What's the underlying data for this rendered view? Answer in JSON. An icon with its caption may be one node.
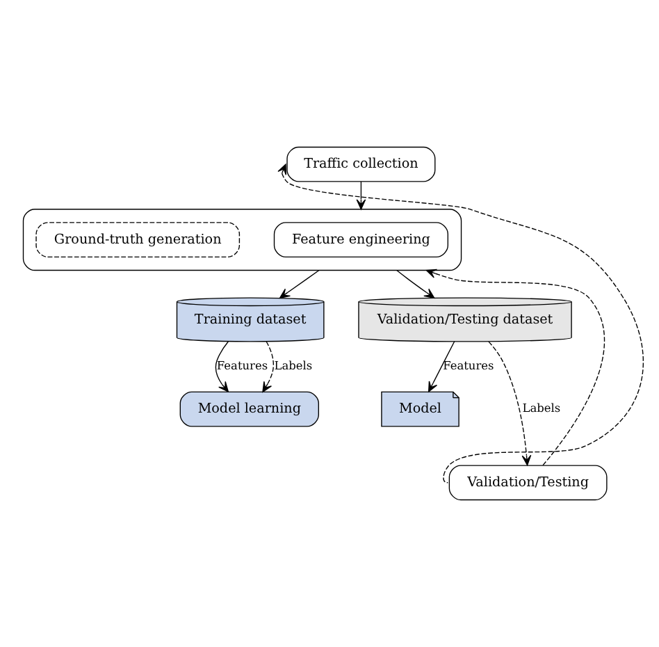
{
  "diagram": {
    "nodes": [
      {
        "text": [
          "Traffic collection"
        ]
      },
      {
        "text": [],
        "shape": "box"
      },
      {
        "text": [
          "Feature engineering"
        ],
        "in": 1
      },
      {
        "text": [
          "Ground-truth generation"
        ],
        "in": 1
      },
      {
        "text": [
          "Training dataset"
        ]
      },
      {
        "text": [
          "Validation/Testing dataset"
        ]
      },
      {
        "text": [
          "Model learning"
        ]
      },
      {
        "text": [
          "Model"
        ]
      },
      {
        "text": [
          "Validation/Testing"
        ]
      }
    ],
    "edges": [
      {
        "from": 0,
        "to": 1,
        "arrow": "to"
      },
      {
        "from": 1,
        "to": 4,
        "arrow": "to"
      },
      {
        "from": 1,
        "to": 5,
        "arrow": "to"
      },
      {
        "from": 4,
        "to": 6,
        "arrow": "to",
        "label": "Features"
      },
      {
        "from": 4,
        "to": 6,
        "arrow": "to",
        "label": "Labels",
        "style": "dashed"
      },
      {
        "from": 5,
        "to": 7,
        "arrow": "to",
        "label": "Features"
      },
      {
        "from": 5,
        "to": 8,
        "arrow": "to",
        "label": "Labels",
        "style": "dashed"
      },
      {
        "from": 8,
        "to": 0,
        "arrow": "to",
        "style": "dashed"
      },
      {
        "from": 8,
        "to": 1,
        "arrow": "to",
        "style": "dashed"
      }
    ]
  }
}
